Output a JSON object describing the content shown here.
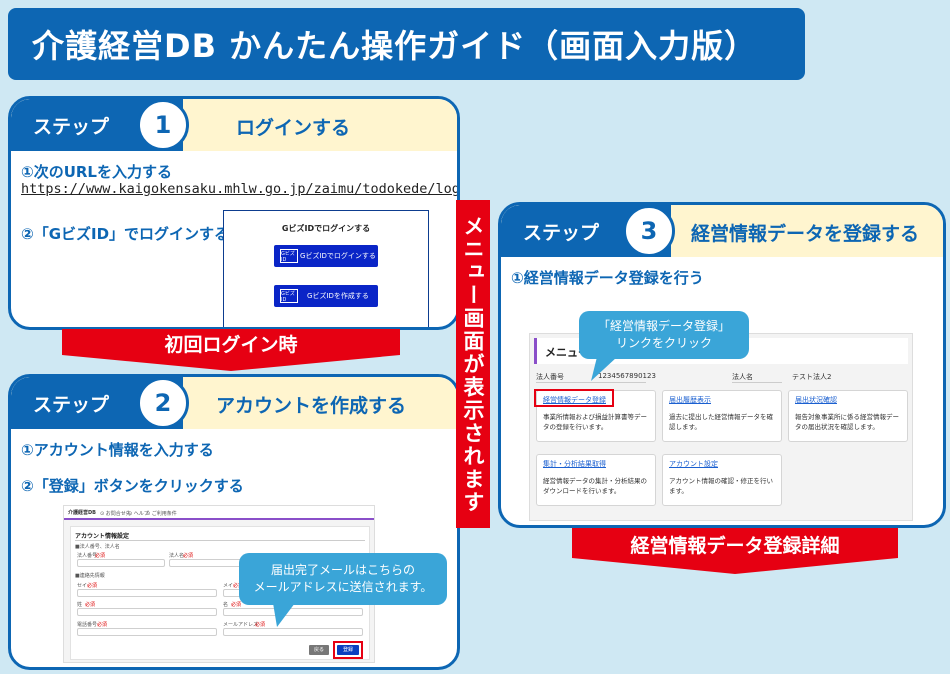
{
  "title": "介護経営DB かんたん操作ガイド（画面入力版）",
  "step1": {
    "tab": "ステップ",
    "num": "1",
    "title": "ログインする",
    "line1": "①次のURLを入力する",
    "url": "https://www.kaigokensaku.mhlw.go.jp/zaimu/todokede/login",
    "line2": "②「GビズID」でログインする",
    "gbiz": {
      "heading": "GビズIDでログインする",
      "login_btn": "GビズIDでログインする",
      "create_btn": "GビズIDを作成する",
      "logo": "GビズID"
    }
  },
  "banner_first_login": "初回ログイン時",
  "step2": {
    "tab": "ステップ",
    "num": "2",
    "title": "アカウントを作成する",
    "line1": "①アカウント情報を入力する",
    "line2": "②「登録」ボタンをクリックする",
    "form": {
      "header_logo": "介護経営DB",
      "header_links": [
        "⊙ お問合せ先",
        "⊙ ヘルプ",
        "⊙ ご利用条件"
      ],
      "section_title": "アカウント情報設定",
      "group1": "■法人番号、法人名",
      "group2": "■連絡先情報",
      "field_labels": [
        "法人番号",
        "法人名",
        "セイ",
        "メイ",
        "姓",
        "名",
        "電話番号",
        "メールアドレス"
      ],
      "required": "必須",
      "back_btn": "戻る",
      "register_btn": "登録"
    },
    "callout": [
      "届出完了メールはこちらの",
      "メールアドレスに送信されます。"
    ]
  },
  "vertical_banner": "メニュー画面が表示されます",
  "step3": {
    "tab": "ステップ",
    "num": "3",
    "title": "経営情報データを登録する",
    "line1": "①経営情報データ登録を行う",
    "menu": {
      "heading": "メニュー",
      "corp_no_label": "法人番号",
      "corp_no_value": "1234567890123",
      "corp_name_label": "法人名",
      "corp_name_value": "テスト法人2",
      "cards": [
        {
          "link": "経営情報データ登録",
          "desc": "事業所情報および損益計算書等データの登録を行います。"
        },
        {
          "link": "届出履歴表示",
          "desc": "過去に提出した経営情報データを確認します。"
        },
        {
          "link": "届出状況確認",
          "desc": "報告対象事業所に係る経営情報データの届出状況を確認します。"
        },
        {
          "link": "集計・分析結果取得",
          "desc": "経営情報データの集計・分析結果のダウンロードを行います。"
        },
        {
          "link": "アカウント設定",
          "desc": "アカウント情報の確認・修正を行います。"
        }
      ]
    },
    "callout": [
      "「経営情報データ登録」",
      "リンクをクリック"
    ]
  },
  "banner_detail": "経営情報データ登録詳細",
  "colors": {
    "primary": "#0d66b3",
    "accent_red": "#e60012",
    "header_yellow": "#fff5cf",
    "callout": "#3aa5d8",
    "background": "#cfe8f3"
  }
}
